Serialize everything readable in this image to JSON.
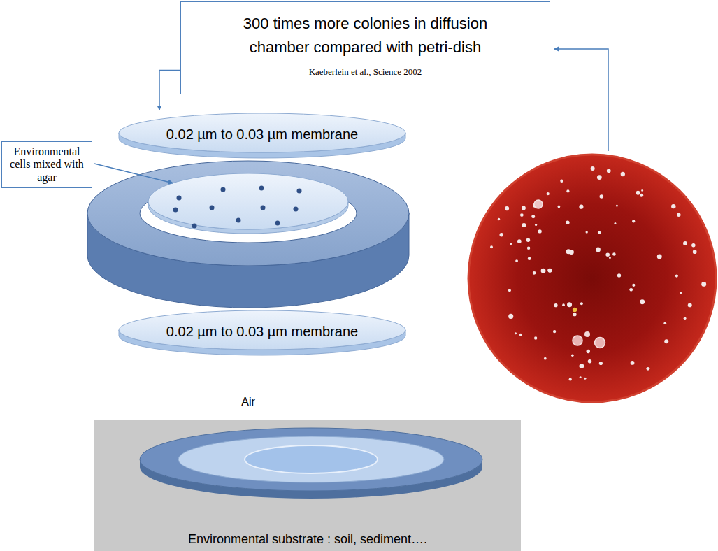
{
  "diagram": {
    "nodes": [
      {
        "text": [
          "300 times more colonies in diffusion chamber compared with petri-dish",
          "Kaeberlein et al., Science 2002"
        ]
      },
      {
        "text": [
          "0.02 µm to 0.03 µm membrane"
        ]
      },
      {
        "text": [
          "Environmental cells mixed with agar"
        ]
      },
      {
        "text": [
          "0.02 µm to 0.03 µm membrane"
        ]
      },
      {
        "text": [
          "Environmental substrate : soil, sediment…."
        ]
      }
    ],
    "edges": [
      {
        "from": 0,
        "to": 1,
        "arrow": "to"
      }
    ],
    "labels": [
      "Air"
    ]
  }
}
